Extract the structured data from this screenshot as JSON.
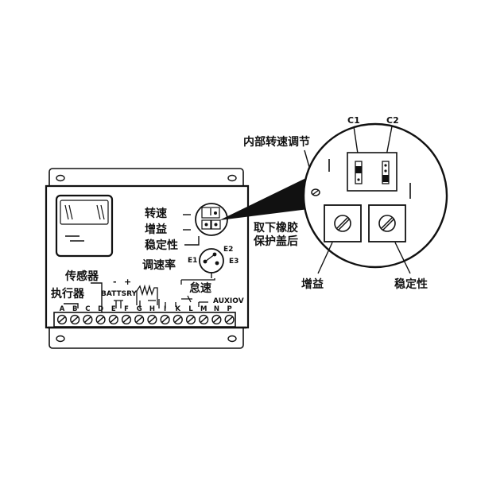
{
  "colors": {
    "ink": "#111111",
    "paper": "#ffffff"
  },
  "labels": {
    "speed": "转速",
    "gain": "增益",
    "stability": "稳定性",
    "droop": "调速率",
    "sensor": "传感器",
    "actuator": "执行器",
    "battery": "BATTSRY",
    "minus": "-",
    "plus": "+",
    "idle": "怠速",
    "aux": "AUXIOV",
    "e1": "E1",
    "e2": "E2",
    "e3": "E3",
    "internal_adjust": "内部转速调节",
    "remove_cover_line1": "取下橡胶",
    "remove_cover_line2": "保护盖后",
    "c1": "C1",
    "c2": "C2",
    "gain_zoom": "增益",
    "stability_zoom": "稳定性"
  },
  "terminals": [
    "A",
    "B",
    "C",
    "D",
    "E",
    "F",
    "G",
    "H",
    "I",
    "K",
    "L",
    "M",
    "N",
    "P"
  ]
}
